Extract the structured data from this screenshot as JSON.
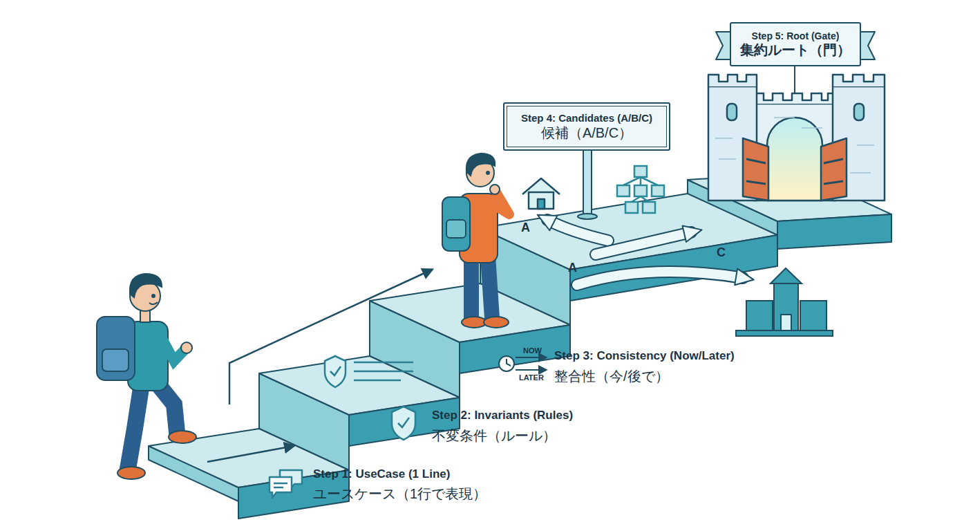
{
  "diagram": {
    "nodes": [
      {
        "text": [
          "Step 5: Root (Gate)",
          "集約ルート（門）"
        ]
      },
      {
        "text": [
          "Step 4: Candidates (A/B/C)",
          "候補（A/B/C）"
        ]
      }
    ],
    "labels": [
      "A",
      "A",
      "C",
      "NOW",
      "LATER",
      "Step 3: Consistency (Now/Later)",
      "整合性（今/後で）",
      "Step 2: Invariants (Rules)",
      "不変条件（ルール）",
      "Step 1: UseCase (1 Line)",
      "ユースケース（1行で表現）"
    ]
  }
}
